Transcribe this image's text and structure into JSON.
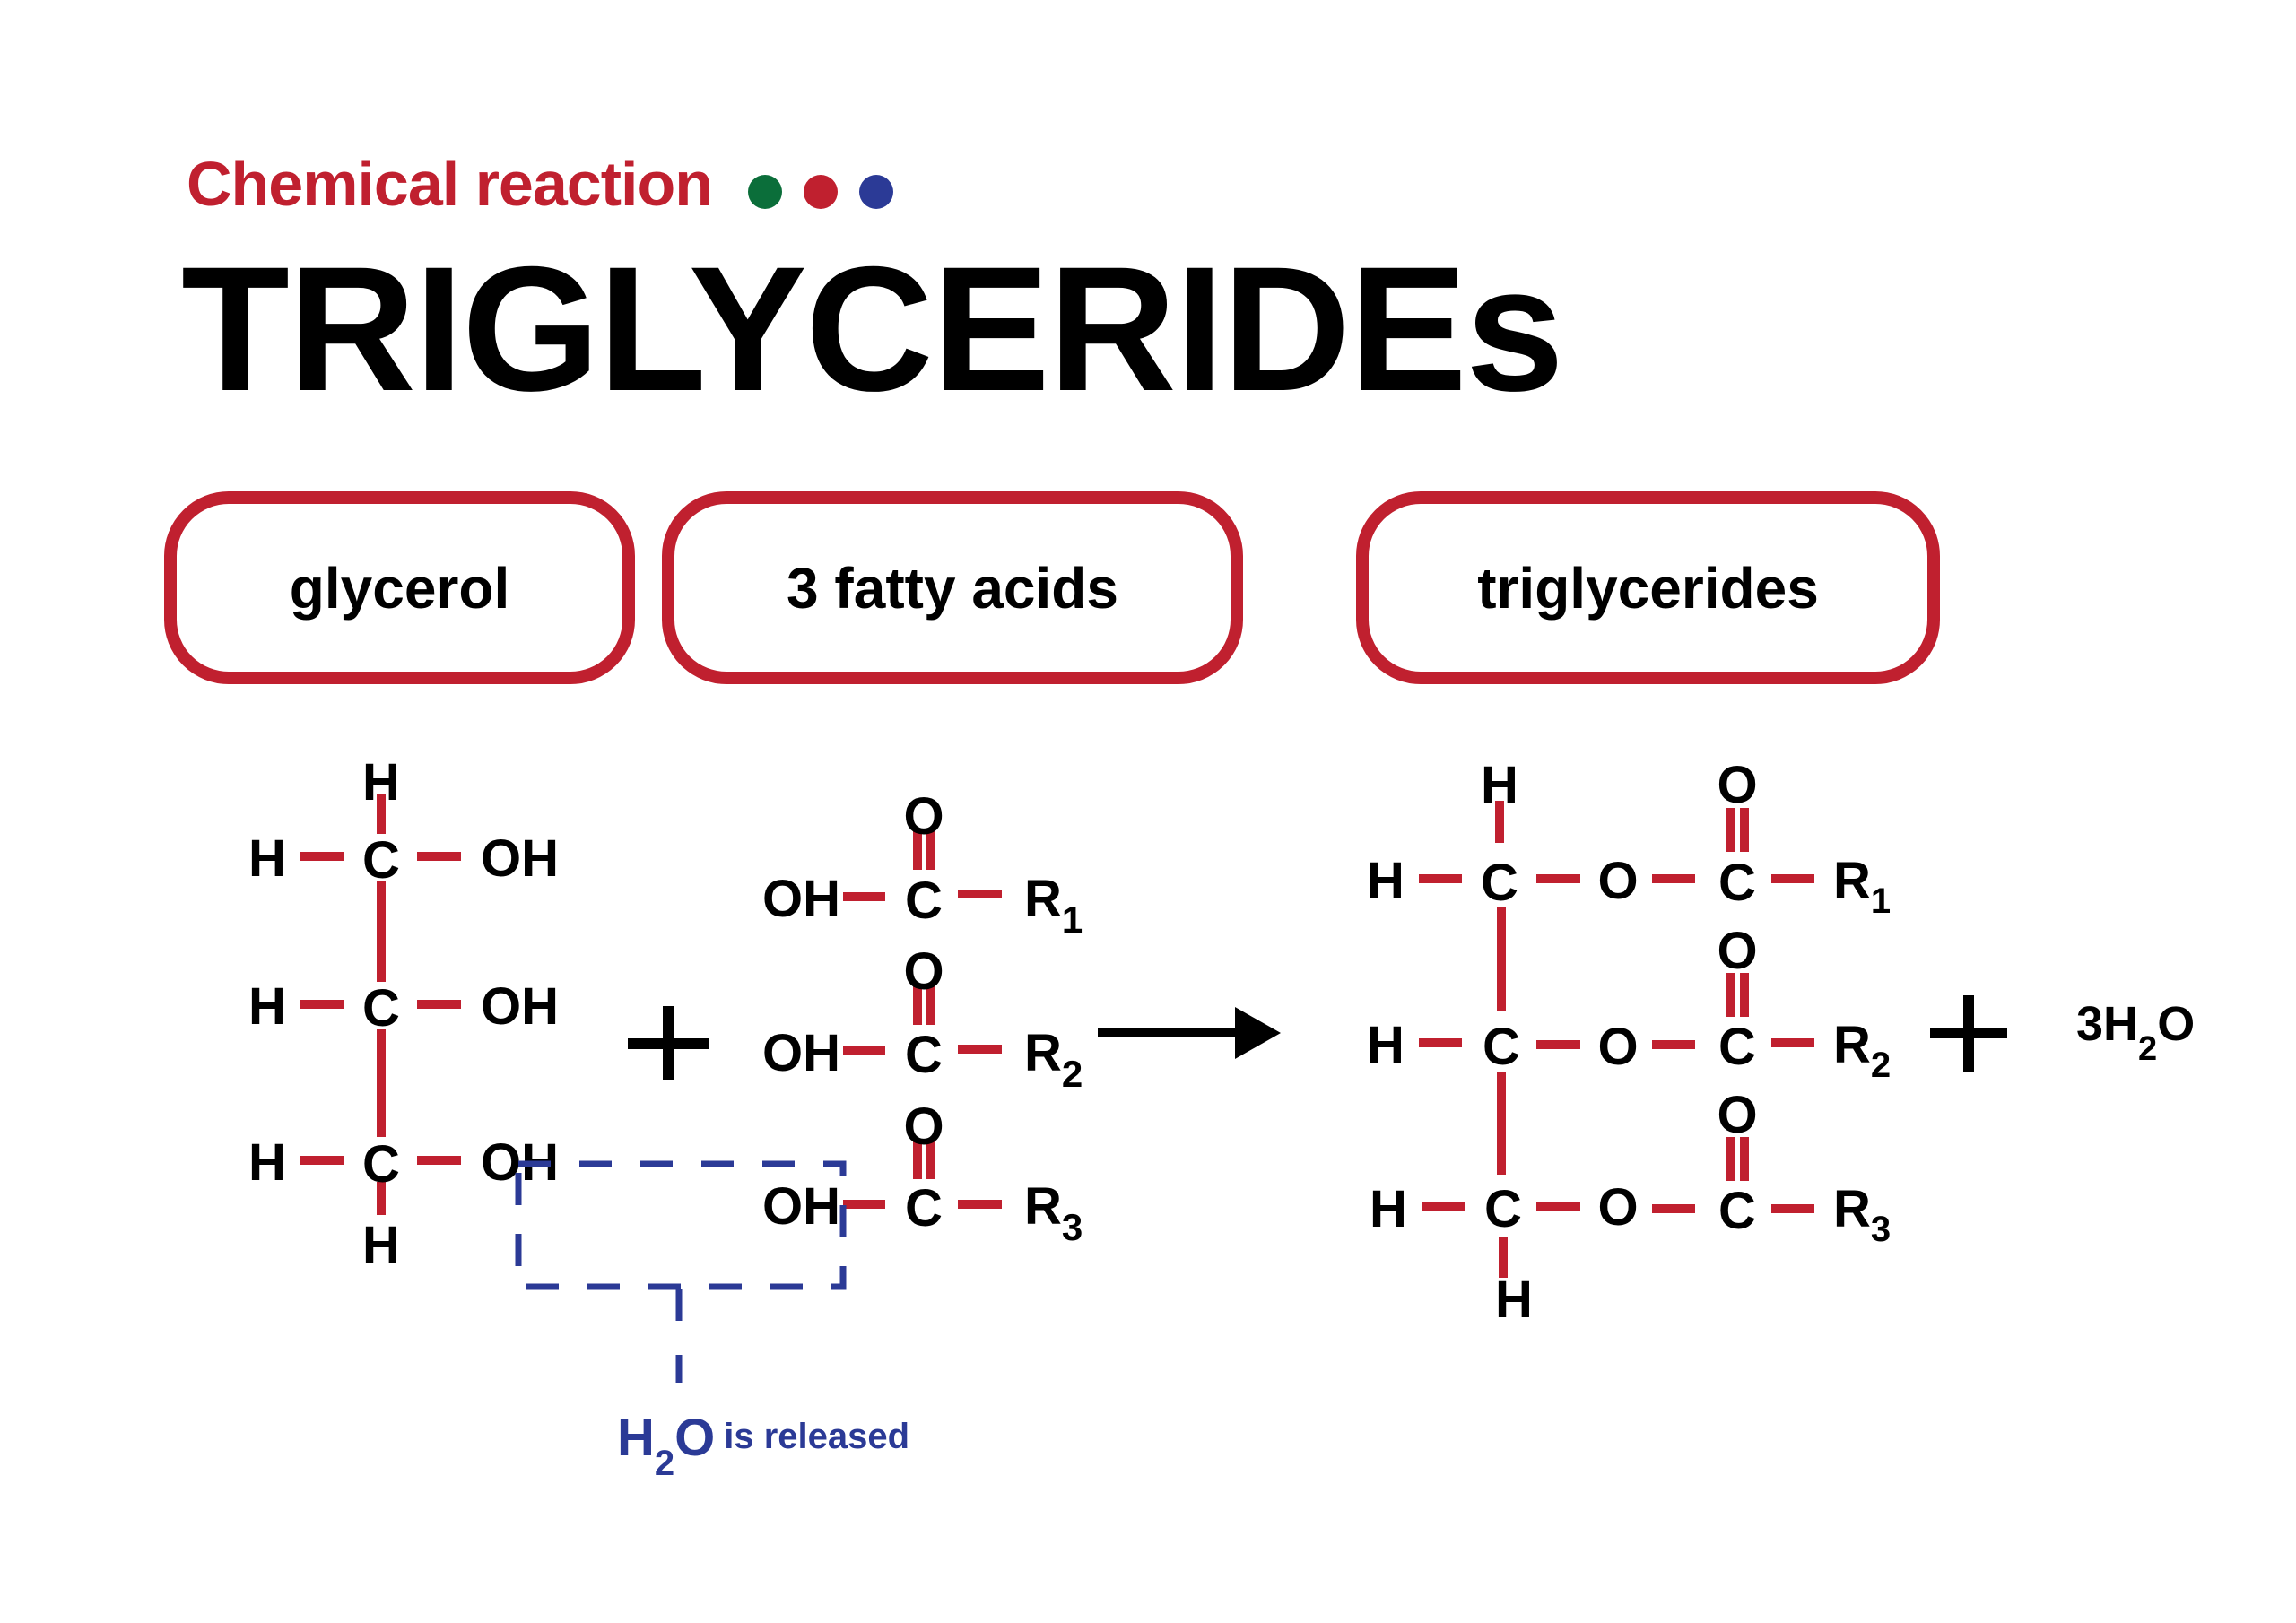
{
  "header": {
    "subtitle": "Chemical reaction",
    "title": "TRIGLYCERIDEs",
    "dots": [
      {
        "name": "green-dot",
        "color": "#0b6e3a"
      },
      {
        "name": "red-dot",
        "color": "#c0202f"
      },
      {
        "name": "blue-dot",
        "color": "#2b3a96"
      }
    ]
  },
  "labels": {
    "glycerol": "glycerol",
    "fatty_acids": "3 fatty acids",
    "triglycerides": "triglycerides"
  },
  "colors": {
    "bond": "#c0202f",
    "atom": "#000000",
    "highlight": "#2b3a96",
    "box_border": "#c0202f"
  },
  "glycerol": {
    "top_h": "H",
    "bottom_h": "H",
    "rows": [
      {
        "left": "H",
        "center": "C",
        "right": "OH"
      },
      {
        "left": "H",
        "center": "C",
        "right": "OH"
      },
      {
        "left": "H",
        "center": "C",
        "right": "OH"
      }
    ]
  },
  "plus_sign": "+",
  "fatty_acids": [
    {
      "oh": "OH",
      "c": "C",
      "o": "O",
      "r": "R",
      "sub": "1"
    },
    {
      "oh": "OH",
      "c": "C",
      "o": "O",
      "r": "R",
      "sub": "2"
    },
    {
      "oh": "OH",
      "c": "C",
      "o": "O",
      "r": "R",
      "sub": "3"
    }
  ],
  "triglyceride": {
    "top_h": "H",
    "bottom_h": "H",
    "rows": [
      {
        "h": "H",
        "c": "C",
        "o": "O",
        "c2": "C",
        "carbonyl_o": "O",
        "r": "R",
        "sub": "1"
      },
      {
        "h": "H",
        "c": "C",
        "o": "O",
        "c2": "C",
        "carbonyl_o": "O",
        "r": "R",
        "sub": "2"
      },
      {
        "h": "H",
        "c": "C",
        "o": "O",
        "c2": "C",
        "carbonyl_o": "O",
        "r": "R",
        "sub": "3"
      }
    ]
  },
  "product_water": {
    "coef": "3",
    "h": "H",
    "sub": "2",
    "o": "O"
  },
  "water_release": {
    "h": "H",
    "sub": "2",
    "o": "O",
    "text": "is released"
  }
}
